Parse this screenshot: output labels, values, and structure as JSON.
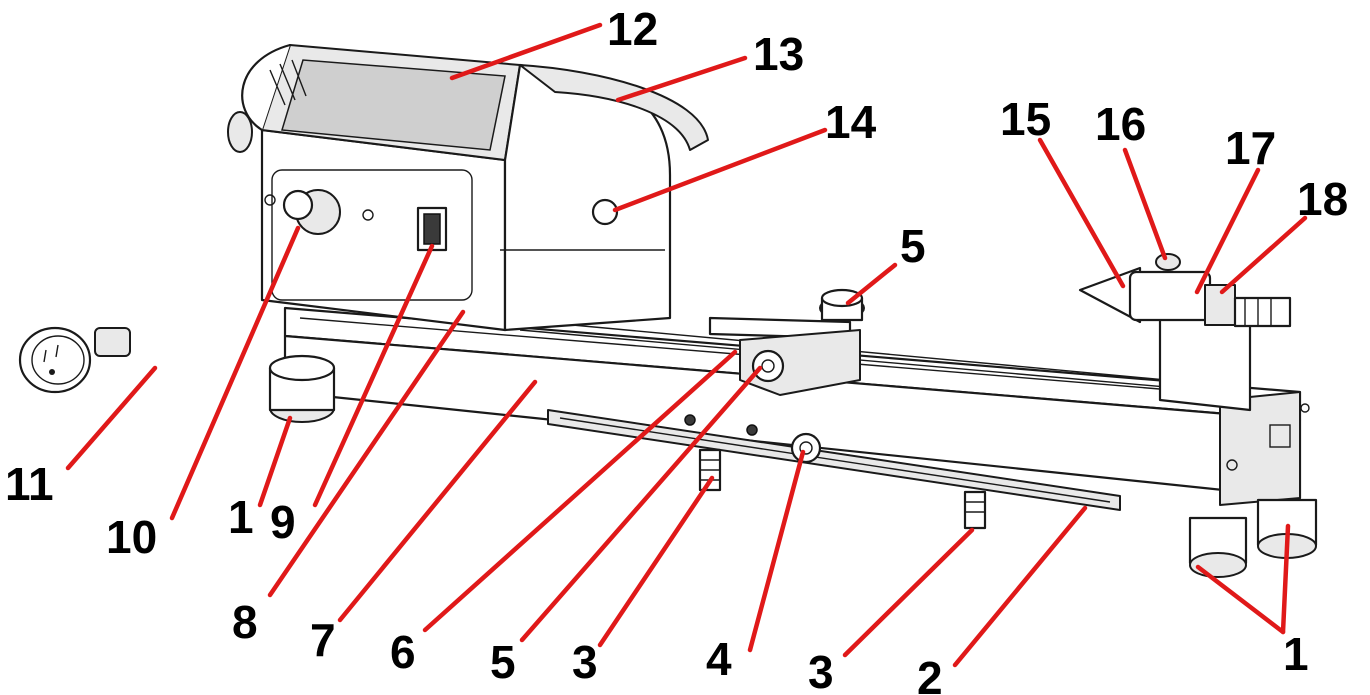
{
  "callouts": [
    {
      "id": "12",
      "text": "12"
    },
    {
      "id": "13",
      "text": "13"
    },
    {
      "id": "14",
      "text": "14"
    },
    {
      "id": "15",
      "text": "15"
    },
    {
      "id": "16",
      "text": "16"
    },
    {
      "id": "17",
      "text": "17"
    },
    {
      "id": "18",
      "text": "18"
    },
    {
      "id": "5-top",
      "text": "5"
    },
    {
      "id": "11",
      "text": "11"
    },
    {
      "id": "10",
      "text": "10"
    },
    {
      "id": "1-left",
      "text": "1"
    },
    {
      "id": "9",
      "text": "9"
    },
    {
      "id": "8",
      "text": "8"
    },
    {
      "id": "7",
      "text": "7"
    },
    {
      "id": "6",
      "text": "6"
    },
    {
      "id": "5-bottom",
      "text": "5"
    },
    {
      "id": "3-left",
      "text": "3"
    },
    {
      "id": "4",
      "text": "4"
    },
    {
      "id": "3-right",
      "text": "3"
    },
    {
      "id": "2",
      "text": "2"
    },
    {
      "id": "1-right",
      "text": "1"
    }
  ],
  "colors": {
    "leader_line": "#e01919",
    "label_text": "#000000",
    "line_art": "#1a1a1a",
    "background": "#ffffff"
  }
}
